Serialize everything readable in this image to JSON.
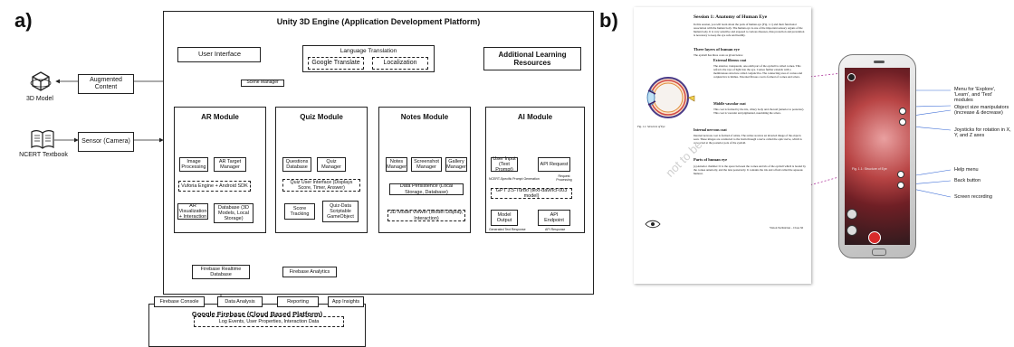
{
  "panel_a": {
    "label": "a)",
    "unity_title": "Unity 3D Engine (Application Development Platform)",
    "user_interface": "User Interface",
    "language_translation": "Language Translation",
    "google_translate": "Google Translate",
    "localization": "Localization",
    "additional_resources": "Additional Learning Resources",
    "scene_manager": "Scene Manager",
    "model_label": "3D Model",
    "augmented_content": "Augmented Content",
    "textbook_label": "NCERT Textbook",
    "sensor": "Sensor (Camera)",
    "ar_module": {
      "title": "AR Module",
      "image_processing": "Image Processing",
      "ar_target_manager": "AR Target Manager",
      "vuforia": "Vuforia Engine + Android SDK",
      "ar_visualization": "AR Visualization + Interaction",
      "database": "Database (3D Models, Local Storage)"
    },
    "quiz_module": {
      "title": "Quiz Module",
      "questions_db": "Questions Database",
      "quiz_manager": "Quiz Manager",
      "quiz_ui": "Quiz User Interface (Displays Score, Timer, Answer)",
      "score_tracking": "Score Tracking",
      "quiz_data": "Quiz-Data Scriptable GameObject"
    },
    "notes_module": {
      "title": "Notes Module",
      "notes_manager": "Notes Manager",
      "screenshot_manager": "Screenshot Manager",
      "gallery_manager": "Gallery Manager",
      "data_persistence": "Data Persistence (Local Storage, Database)",
      "model_viewer": "3D Model Viewer (Model Display, Interaction)"
    },
    "ai_module": {
      "title": "AI Module",
      "user_input": "User Input (Text Prompt)",
      "api_request": "API Request",
      "ncert_prompt": "NCERT-Specific Prompt Generation",
      "request_processing": "Request Processing",
      "gpt": "GPT 3.5-Turbo (text-davinci-003 model)",
      "model_output": "Model Output",
      "api_endpoint": "API Endpoint",
      "generated_text": "Generated Text Response",
      "api_response": "API Response"
    },
    "firebase": {
      "title": "Google Firebase (Cloud Based Platform)",
      "realtime_db": "Firebase Realtime Database",
      "analytics": "Firebase Analytics",
      "console": "Firebase Console",
      "data_analysis": "Data Analysis",
      "reporting": "Reporting",
      "app_insights": "App Insights",
      "log_events": "Log Events, User Properties, Interaction Data"
    }
  },
  "panel_b": {
    "label": "b)",
    "doc": {
      "session_title": "Session 1: Anatomy of Human Eye",
      "intro": "In this session, you will learn about the parts of human eye (Fig. 1.1) and their functional association with the human body. The human eye is one of the important sensory organs of the human body. It is very sensitive and exposed to various diseases, thus protection and prevention is necessary to keep the eye safe and healthy.",
      "layers_heading": "Three layers of human eye",
      "layers_text": "The eyeball has three coats as given below.",
      "external_heading": "External fibrous coat",
      "external_text": "The anterior, transparent, one-sixth part of the eyeball is called cornea. This refracts the rays of light into the eye. Cornea further extends with a membranous structure called conjunctiva. The connecting area of cornea and conjunctiva is limbus. External fibrous coat is formed of cornea and sclera.",
      "middle_heading": "Middle vascular coat",
      "middle_text": "This coat is formed by the iris, ciliary body and choroid (anterior to posterior). This coat is vascular and pigmented, nourishing the sclera.",
      "internal_heading": "Internal nervous coat",
      "internal_text": "Internal nervous coat is formed of retina. The retina receives an inverted image of the objects seen. These images are conducted to the brain through a nerve called the optic nerve, which is connected at the posterior pole of the eyeball.",
      "parts_heading": "Parts of human eye",
      "parts_text": "(a) Anterior chamber: It is the space between the cornea and iris of the eyeball which is bound by the cornea anteriorly, and the lens posteriorly. It contains the iris and a fluid called the aqueous humour.",
      "fig_caption": "Fig. 1.1: Structure of Eye",
      "footer": "Vision Technician – Class XI",
      "watermark": "not to be"
    },
    "phone_caption": "Fig. 1.1: Structure of Eye",
    "annotations": {
      "menu": "Menu for 'Explore', 'Learn', and 'Test' modules",
      "object_size": "Object size manipulators (increase & decrease)",
      "joysticks": "Joysticks for rotation in X, Y, and Z axes",
      "help": "Help menu",
      "back": "Back button",
      "recording": "Screen recording"
    }
  }
}
